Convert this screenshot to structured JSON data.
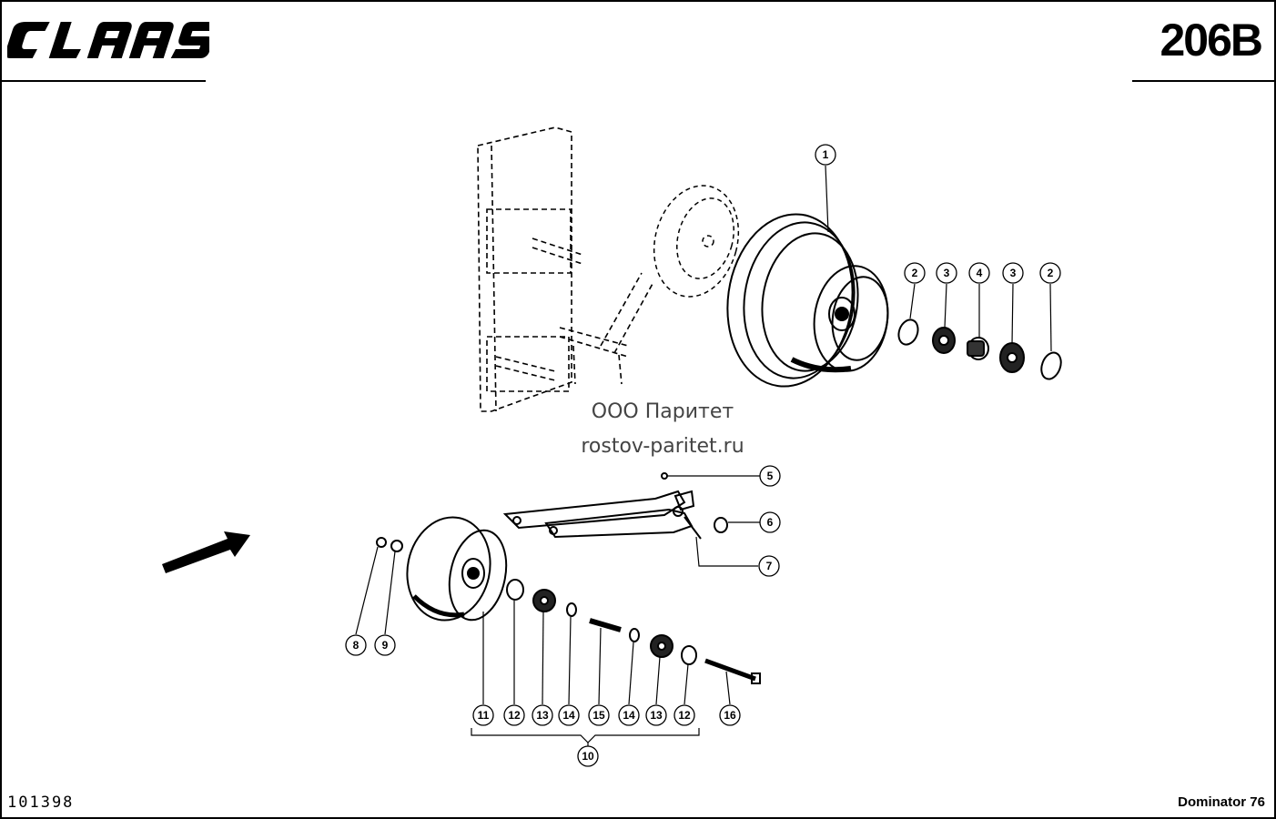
{
  "header": {
    "brand": "CLAAS",
    "page_number": "206B"
  },
  "watermark": {
    "line1": "ООО Паритет",
    "line2": "rostov-paritet.ru"
  },
  "footer": {
    "drawing_number": "101398",
    "model": "Dominator 76"
  },
  "callouts": [
    "1",
    "2",
    "3",
    "4",
    "3",
    "2",
    "5",
    "6",
    "7",
    "8",
    "9",
    "11",
    "12",
    "13",
    "14",
    "15",
    "14",
    "13",
    "12",
    "16",
    "10"
  ],
  "colors": {
    "ink": "#000000",
    "paper": "#ffffff"
  }
}
